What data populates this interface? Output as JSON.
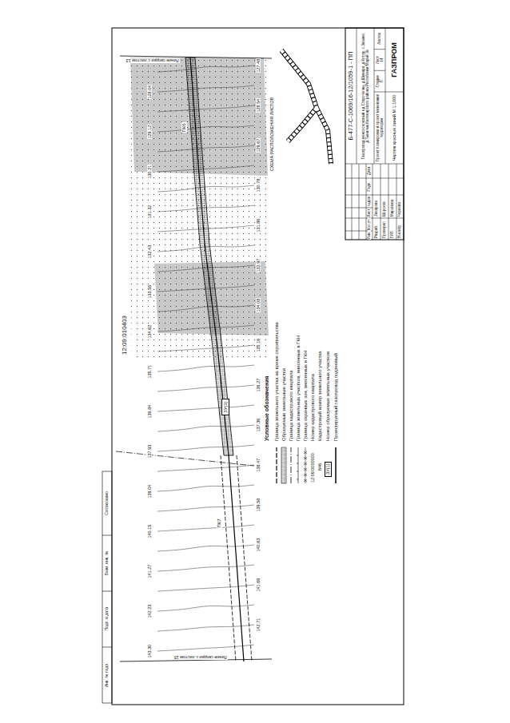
{
  "diagram": {
    "nodes": [
      {
        "text": [
          "Б-477-С-1069/16-12/1059-1 - ПП"
        ]
      },
      {
        "text": [
          "Газопровод межпоселковый к д.Старочелны, д.Шимари, д.Кутуш, с.Зюзино, д.Тыналык Килемарского района Республики Марий Эл"
        ]
      },
      {
        "text": [
          "Проект планировки и проект межевания территории"
        ]
      },
      {
        "text": [
          "Стадия",
          "П"
        ]
      },
      {
        "text": [
          "Лист",
          "14"
        ]
      },
      {
        "text": [
          "Листов"
        ]
      },
      {
        "text": [
          "Чертеж красных линий М 1:1000"
        ]
      },
      {
        "text": [
          "ГАЗПРОМ"
        ]
      },
      {
        "text": [
          "ЗУ(3)"
        ]
      },
      {
        "text": [
          "ЗУ(1)"
        ]
      }
    ],
    "labels": [
      "Условные обозначения",
      "12:09:0000000",
      "646",
      "СХЕМА РАСПОЛОЖЕНИЯ ЛИСТОВ",
      "12:09:010403",
      "Линия сводки с листом 13",
      "Линия сводки с листом 15",
      "ПК6",
      "ПК7",
      "Согласовано",
      "Взам. инв. №",
      "Подп. и дата",
      "Инв. № подл.",
      "Изм.",
      "Кол.уч",
      "Лист",
      "№док",
      "Подп.",
      "Дата",
      "Разраб.",
      "Проверил",
      "ГИП",
      "Н.контр.",
      "Захарова",
      "Шорохов",
      "Миронова",
      "Чернова",
      "143.30",
      "142.71",
      "142.23",
      "141.69",
      "141.27",
      "140.63",
      "140.15",
      "139.58",
      "139.04",
      "138.47",
      "137.93",
      "137.36",
      "136.84",
      "136.27",
      "135.71",
      "135.16",
      "134.62",
      "134.08",
      "133.55",
      "132.97",
      "132.43",
      "131.86",
      "131.32",
      "130.78",
      "130.21",
      "129.67",
      "129.12",
      "128.54",
      "128.04",
      "127.48"
    ],
    "legend": [
      {
        "text": "Граница земельного участка на время строительства"
      },
      {
        "text": "Образуемые земельные участки"
      },
      {
        "text": "Граница кадастрового квартала"
      },
      {
        "text": "Граница земельных участков, внесенных в ГКН"
      },
      {
        "text": "Граница охранных зон, внесенных в ГКН"
      },
      {
        "text": "Номер кадастрового квартала"
      },
      {
        "text": "Кадастровый номер земельного участка"
      },
      {
        "text": "Номер образуемых земельных участков"
      },
      {
        "text": "Проектируемый газопровод подземный"
      }
    ]
  }
}
